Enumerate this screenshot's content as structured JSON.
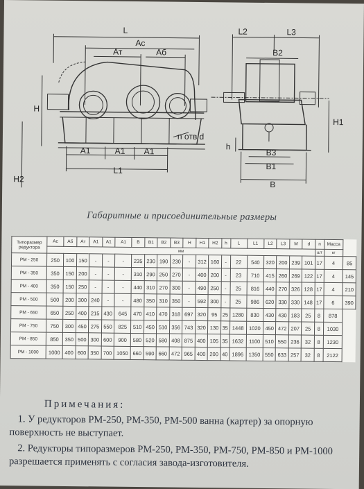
{
  "drawing": {
    "L": "L",
    "Ac": "Ac",
    "At": "Ат",
    "Ab": "Аб",
    "H": "H",
    "H2": "H2",
    "A1": "A1",
    "L1": "L1",
    "holes": "n отв d",
    "L2": "L2",
    "L3": "L3",
    "B2": "B2",
    "H1": "H1",
    "h": "h",
    "B3": "B3",
    "B1": "B1",
    "B": "B"
  },
  "caption": "Габаритные и присоединительные размеры",
  "table": {
    "headers": [
      "Типоразмер редуктора",
      "Ac",
      "Aб",
      "Aт",
      "A1",
      "A1",
      "A1",
      "B",
      "B1",
      "B2",
      "B3",
      "H",
      "H1",
      "H2",
      "h",
      "L",
      "L1",
      "L2",
      "L3",
      "M",
      "d",
      "n",
      "Масса"
    ],
    "units": {
      "mm": "мм",
      "pcs": "шт",
      "kg": "кг"
    },
    "rows": [
      [
        "РМ - 250",
        "250",
        "100",
        "150",
        "-",
        "-",
        "-",
        "235",
        "230",
        "190",
        "230",
        "-",
        "312",
        "160",
        "-",
        "22",
        "540",
        "320",
        "200",
        "239",
        "101",
        "17",
        "4",
        "85"
      ],
      [
        "РМ - 350",
        "350",
        "150",
        "200",
        "-",
        "-",
        "-",
        "310",
        "290",
        "250",
        "270",
        "-",
        "400",
        "200",
        "-",
        "23",
        "710",
        "415",
        "260",
        "269",
        "122",
        "17",
        "4",
        "145"
      ],
      [
        "РМ - 400",
        "350",
        "150",
        "250",
        "-",
        "-",
        "-",
        "440",
        "310",
        "270",
        "300",
        "-",
        "490",
        "250",
        "-",
        "25",
        "816",
        "440",
        "270",
        "326",
        "128",
        "17",
        "4",
        "210"
      ],
      [
        "РМ - 500",
        "500",
        "200",
        "300",
        "240",
        "-",
        "-",
        "480",
        "350",
        "310",
        "350",
        "-",
        "592",
        "300",
        "-",
        "25",
        "986",
        "620",
        "330",
        "330",
        "148",
        "17",
        "6",
        "390"
      ],
      [
        "РМ - 650",
        "650",
        "250",
        "400",
        "215",
        "430",
        "645",
        "470",
        "410",
        "470",
        "318",
        "697",
        "320",
        "95",
        "25",
        "1280",
        "830",
        "430",
        "430",
        "183",
        "25",
        "8",
        "878"
      ],
      [
        "РМ - 750",
        "750",
        "300",
        "450",
        "275",
        "550",
        "825",
        "510",
        "450",
        "510",
        "356",
        "743",
        "320",
        "130",
        "35",
        "1448",
        "1020",
        "450",
        "472",
        "207",
        "25",
        "8",
        "1030"
      ],
      [
        "РМ - 850",
        "850",
        "350",
        "500",
        "300",
        "600",
        "900",
        "580",
        "520",
        "580",
        "408",
        "875",
        "400",
        "105",
        "35",
        "1632",
        "1100",
        "510",
        "550",
        "236",
        "32",
        "8",
        "1230"
      ],
      [
        "РМ - 1000",
        "1000",
        "400",
        "600",
        "350",
        "700",
        "1050",
        "660",
        "590",
        "660",
        "472",
        "965",
        "400",
        "200",
        "40",
        "1896",
        "1350",
        "550",
        "633",
        "257",
        "32",
        "8",
        "2122"
      ]
    ]
  },
  "notes": {
    "title": "Примечания:",
    "items": [
      "1. У редукторов РМ-250, РМ-350, РМ-500 ванна (картер) за опорную поверхность не выступает.",
      "2. Редукторы типоразмеров РМ-250, РМ-350, РМ-750, РМ-850 и РМ-1000 разрешается применять с согласия завода-изготовителя."
    ]
  }
}
